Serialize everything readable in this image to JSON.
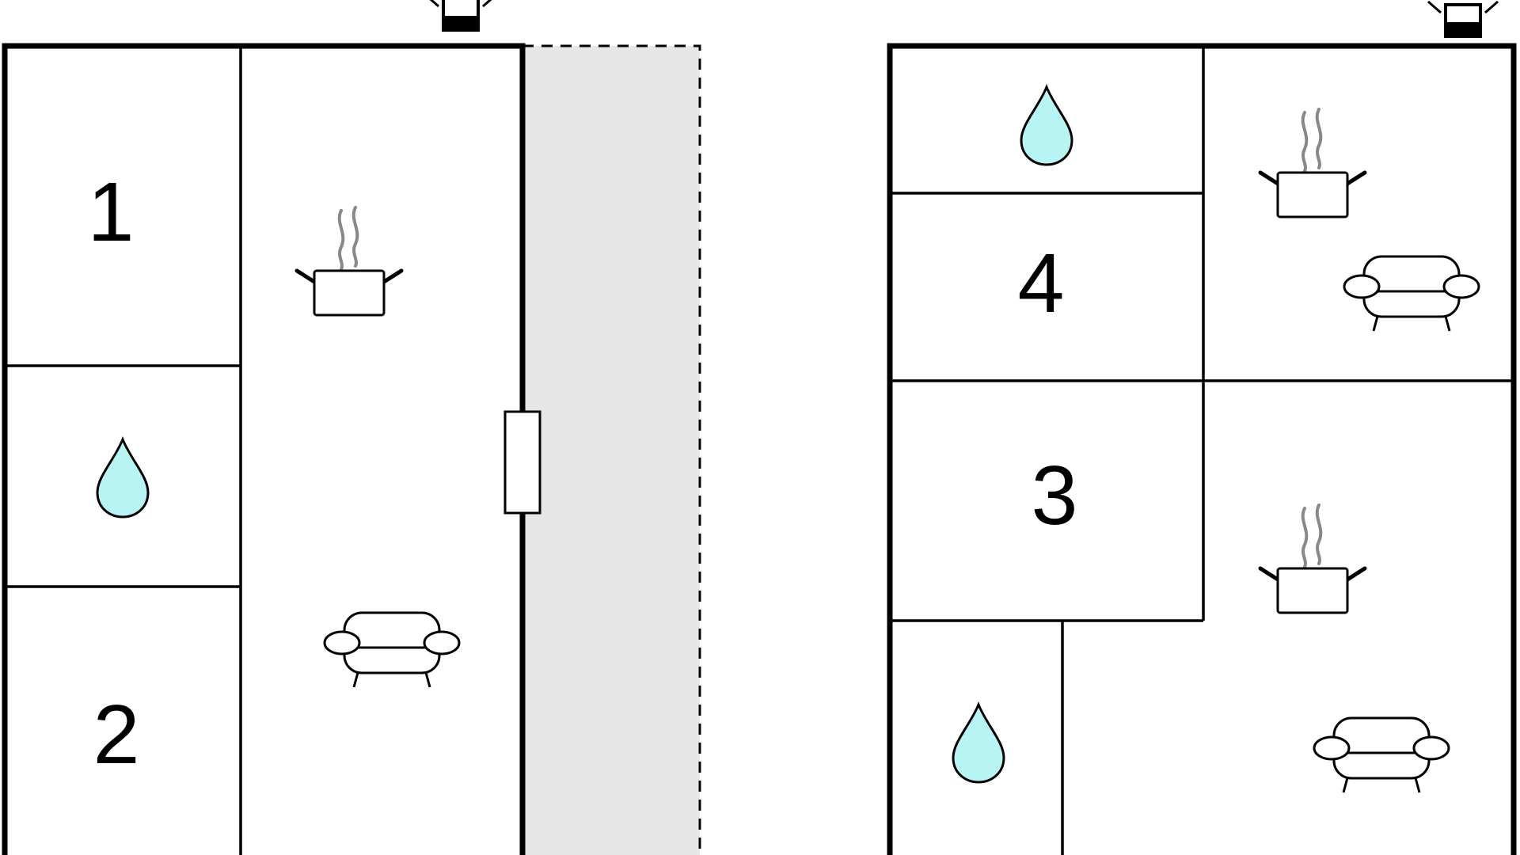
{
  "colors": {
    "wall": "#000000",
    "terrace": "#e6e6e6",
    "water": "#b8f4f4",
    "steam": "#888888"
  },
  "rooms": {
    "room_1": "1",
    "room_2": "2",
    "room_3": "3",
    "room_4": "4"
  },
  "icons": {
    "bathroom": "water-drop-icon",
    "kitchen": "cooking-pot-icon",
    "living": "sofa-icon",
    "entrance": "entrance-door-icon",
    "window": "window-icon"
  }
}
